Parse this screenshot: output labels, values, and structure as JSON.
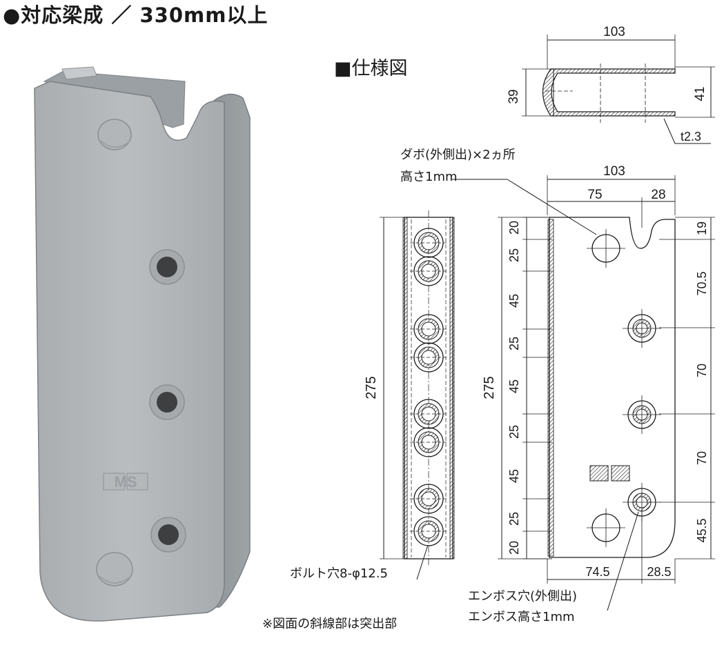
{
  "title": "●対応梁成 ／ 330mm以上",
  "spec_title": "■仕様図",
  "labels": {
    "dabo_line1": "ダボ(外側出)×2ヵ所",
    "dabo_line2": "高さ1mm",
    "bolt": "ボルト穴8-φ12.5",
    "note": "※図面の斜線部は突出部",
    "emboss_line1": "エンボス穴(外側出)",
    "emboss_line2": "エンボス高さ1mm",
    "logo": "MS"
  },
  "dims": {
    "top_width": "103",
    "top_left_height": "39",
    "top_right_height": "41",
    "thickness": "t2.3",
    "front_width": "103",
    "front_75": "75",
    "front_28": "28",
    "side_height": "275",
    "front_height": "275",
    "v_20a": "20",
    "v_25a": "25",
    "v_45a": "45",
    "v_25b": "25",
    "v_45b": "45",
    "v_25c": "25",
    "v_45c": "45",
    "v_25d": "25",
    "v_20b": "20",
    "r_19": "19",
    "r_70_5": "70.5",
    "r_70a": "70",
    "r_70b": "70",
    "r_45_5": "45.5",
    "bottom_74_5": "74.5",
    "bottom_28_5": "28.5"
  }
}
